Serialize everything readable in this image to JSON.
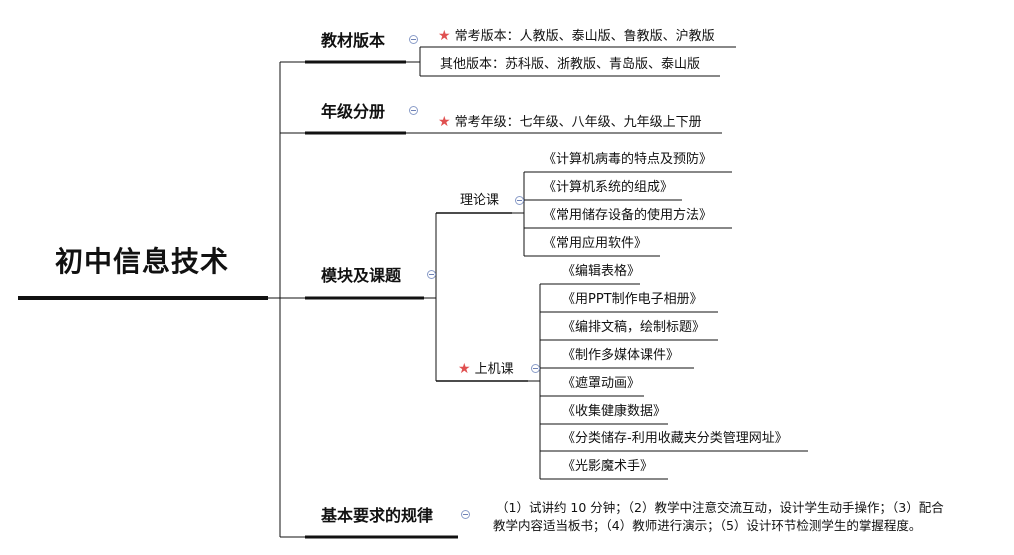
{
  "root": {
    "title": "初中信息技术"
  },
  "branches": {
    "textbook": {
      "label": "教材版本",
      "items": [
        {
          "text": "常考版本：人教版、泰山版、鲁教版、沪教版",
          "starred": true
        },
        {
          "text": "其他版本：苏科版、浙教版、青岛版、泰山版",
          "starred": false
        }
      ]
    },
    "grade": {
      "label": "年级分册",
      "items": [
        {
          "text": "常考年级：七年级、八年级、九年级上下册",
          "starred": true
        }
      ]
    },
    "modules": {
      "label": "模块及课题",
      "theory": {
        "label": "理论课",
        "items": [
          "《计算机病毒的特点及预防》",
          "《计算机系统的组成》",
          "《常用储存设备的使用方法》",
          "《常用应用软件》"
        ]
      },
      "lab": {
        "label": "上机课",
        "starred": true,
        "items": [
          "《编辑表格》",
          "《用PPT制作电子相册》",
          "《编排文稿，绘制标题》",
          "《制作多媒体课件》",
          "《遮罩动画》",
          "《收集健康数据》",
          "《分类储存-利用收藏夹分类管理网址》",
          "《光影魔术手》"
        ]
      }
    },
    "rules": {
      "label": "基本要求的规律",
      "line1": "（1）试讲约 10 分钟；（2）教学中注意交流互动，设计学生动手操作；（3）配合",
      "line2": "教学内容适当板书；（4）教师进行演示；（5）设计环节检测学生的掌握程度。"
    }
  }
}
